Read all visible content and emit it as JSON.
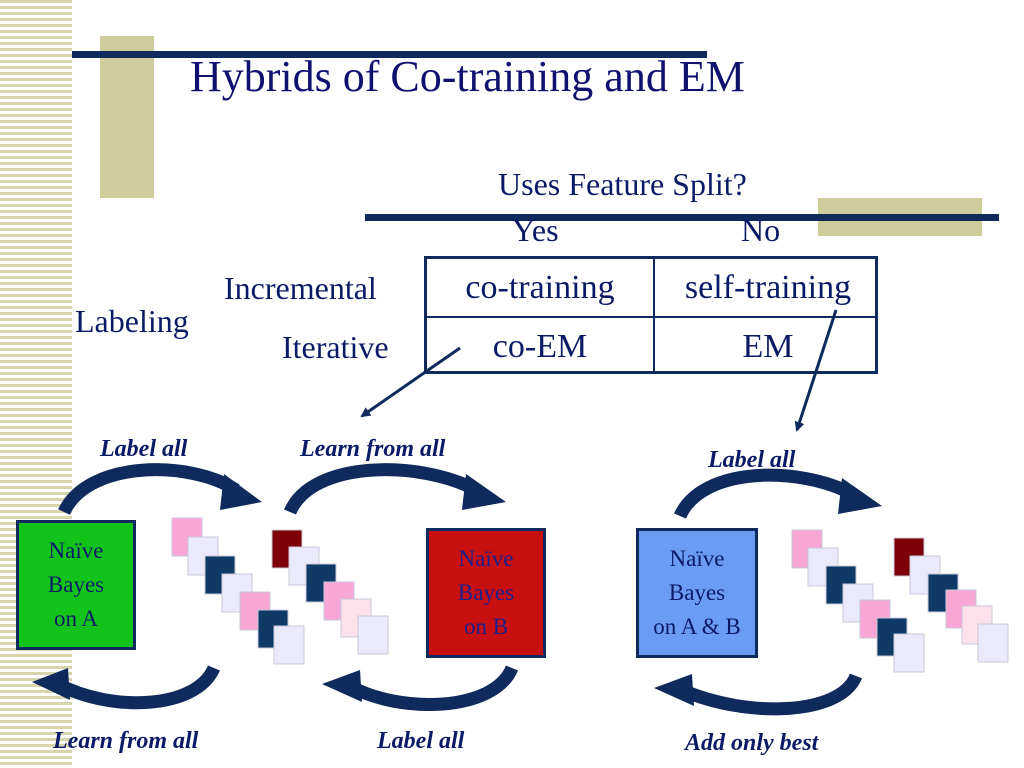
{
  "slide": {
    "title": "Hybrids of Co-training and EM",
    "header_question": "Uses Feature Split?",
    "col_yes": "Yes",
    "col_no": "No",
    "row_axis": "Labeling",
    "row_incremental": "Incremental",
    "row_iterative": "Iterative",
    "cells": {
      "inc_yes": "co-training",
      "inc_no": "self-training",
      "it_yes": "co-EM",
      "it_no": "EM"
    }
  },
  "diagram": {
    "label_all_top_left": "Label all",
    "learn_from_all_top": "Learn from all",
    "label_all_right": "Label all",
    "learn_from_all_bottom": "Learn from all",
    "label_all_bottom": "Label all",
    "add_only_best": "Add only best",
    "box_a": {
      "line1": "Naïve",
      "line2": "Bayes",
      "line3": "on A"
    },
    "box_b": {
      "line1": "Naïve",
      "line2": "Bayes",
      "line3": "on B"
    },
    "box_ab": {
      "line1": "Naïve",
      "line2": "Bayes",
      "line3": "on A & B"
    }
  },
  "colors": {
    "title": "#101070",
    "navy": "#0b1a66",
    "accent_bar": "#0f2a5c",
    "khaki": "#cfcc9c",
    "box_a": "#12c41a",
    "box_b": "#c81010",
    "box_ab": "#6a9cf4",
    "doc_pink": "#f7a6d6",
    "doc_light": "#eaeafc",
    "doc_navy": "#0f3a68",
    "doc_maroon": "#7e0008",
    "doc_blush": "#fde0ea"
  }
}
